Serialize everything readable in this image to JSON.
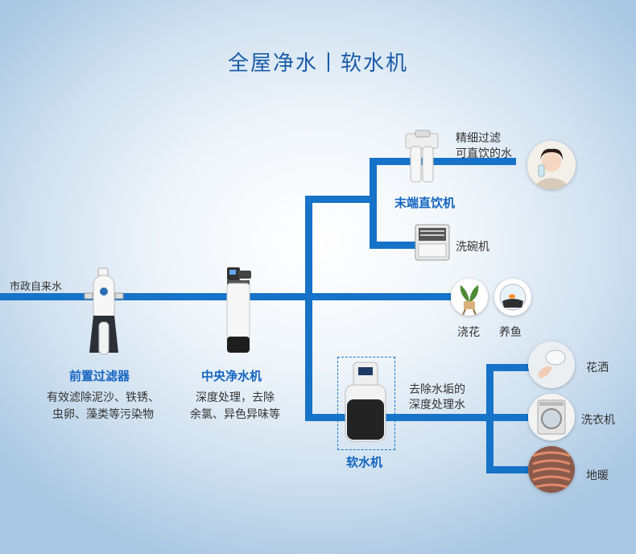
{
  "title": "全屋净水丨软水机",
  "colors": {
    "pipe": "#1673c8",
    "title": "#1a5da8",
    "label_blue": "#1565c0"
  },
  "inlet": {
    "label": "市政自来水"
  },
  "pre_filter": {
    "name": "前置过滤器",
    "desc_line1": "有效滤除泥沙、铁锈、",
    "desc_line2": "虫卵、藻类等污染物"
  },
  "central_purifier": {
    "name": "中央净水机",
    "desc_line1": "深度处理，去除",
    "desc_line2": "余氯、异色异味等"
  },
  "drinking_machine": {
    "name": "末端直饮机",
    "note_line1": "精细过滤",
    "note_line2": "可直饮的水"
  },
  "dishwasher": {
    "label": "洗碗机"
  },
  "watering": {
    "label": "浇花"
  },
  "fish": {
    "label": "养鱼"
  },
  "softener": {
    "name": "软水机",
    "note_line1": "去除水垢的",
    "note_line2": "深度处理水"
  },
  "shower": {
    "label": "花洒"
  },
  "washer": {
    "label": "洗衣机"
  },
  "floor_heating": {
    "label": "地暖"
  }
}
